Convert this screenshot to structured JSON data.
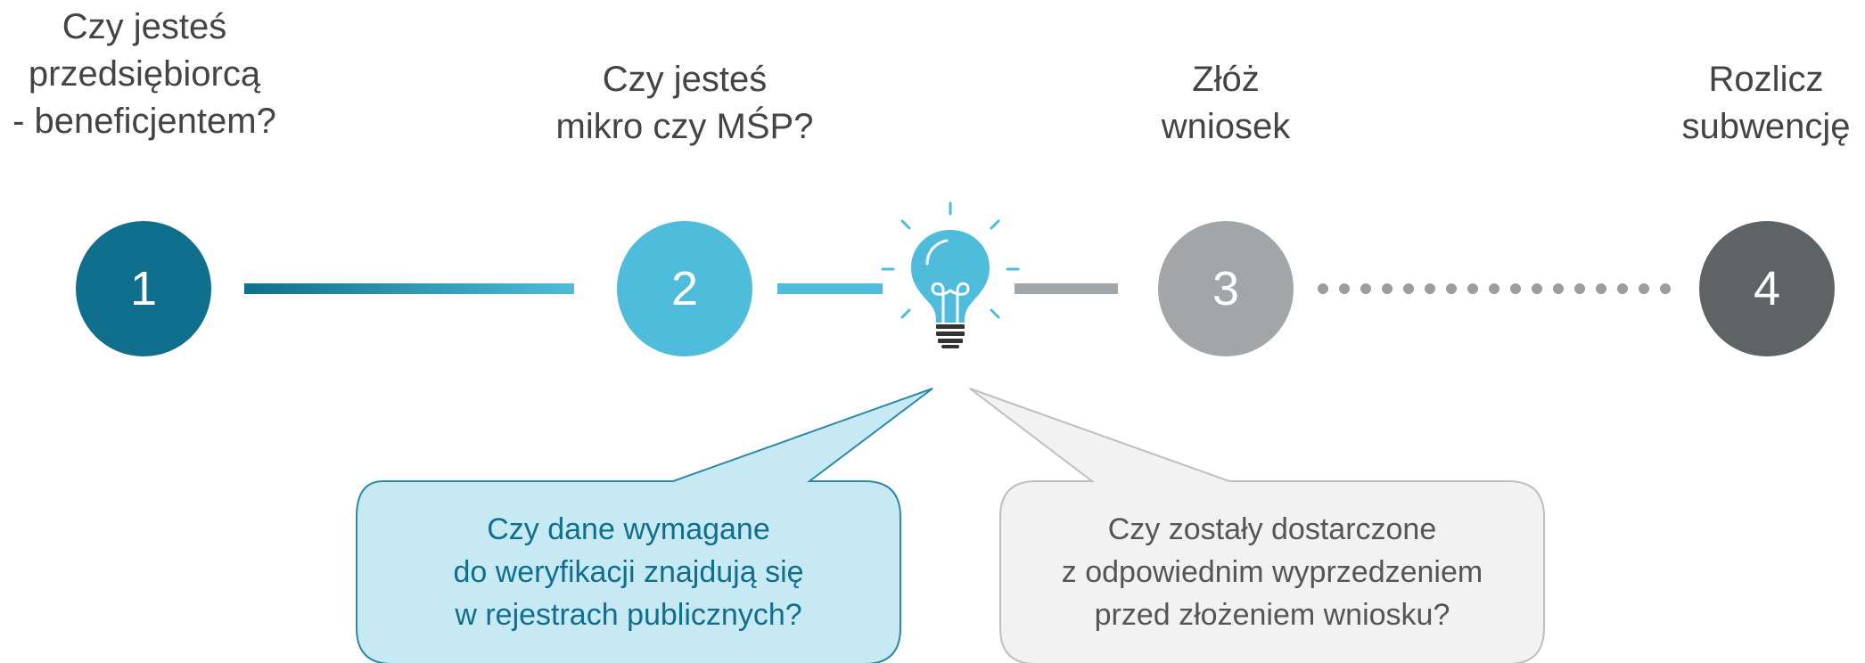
{
  "steps": [
    {
      "number": "1",
      "title": "Czy jesteś\nprzedsiębiorcą\n- beneficjentem?",
      "color": "#0f6f8c"
    },
    {
      "number": "2",
      "title": "Czy jesteś\nmikro czy MŚP?",
      "color": "#4fbcdb"
    },
    {
      "number": "3",
      "title": "Złóż\nwniosek",
      "color": "#a3a6a9"
    },
    {
      "number": "4",
      "title": "Rozlicz\nsubwencję",
      "color": "#5e6366"
    }
  ],
  "bubbles": [
    {
      "text": "Czy dane wymagane\ndo weryfikacji znajdują się\nw rejestrach publicznych?",
      "fill": "#c7e9f3",
      "stroke": "#2c8aa8",
      "text_color": "#0f6f8c"
    },
    {
      "text": "Czy zostały dostarczone\nz odpowiednim wyprzedzeniem\nprzed złożeniem wniosku?",
      "fill": "#f2f2f2",
      "stroke": "#bfbfbf",
      "text_color": "#555555"
    }
  ],
  "icon": {
    "name": "lightbulb-icon",
    "color": "#4fbcdb"
  }
}
